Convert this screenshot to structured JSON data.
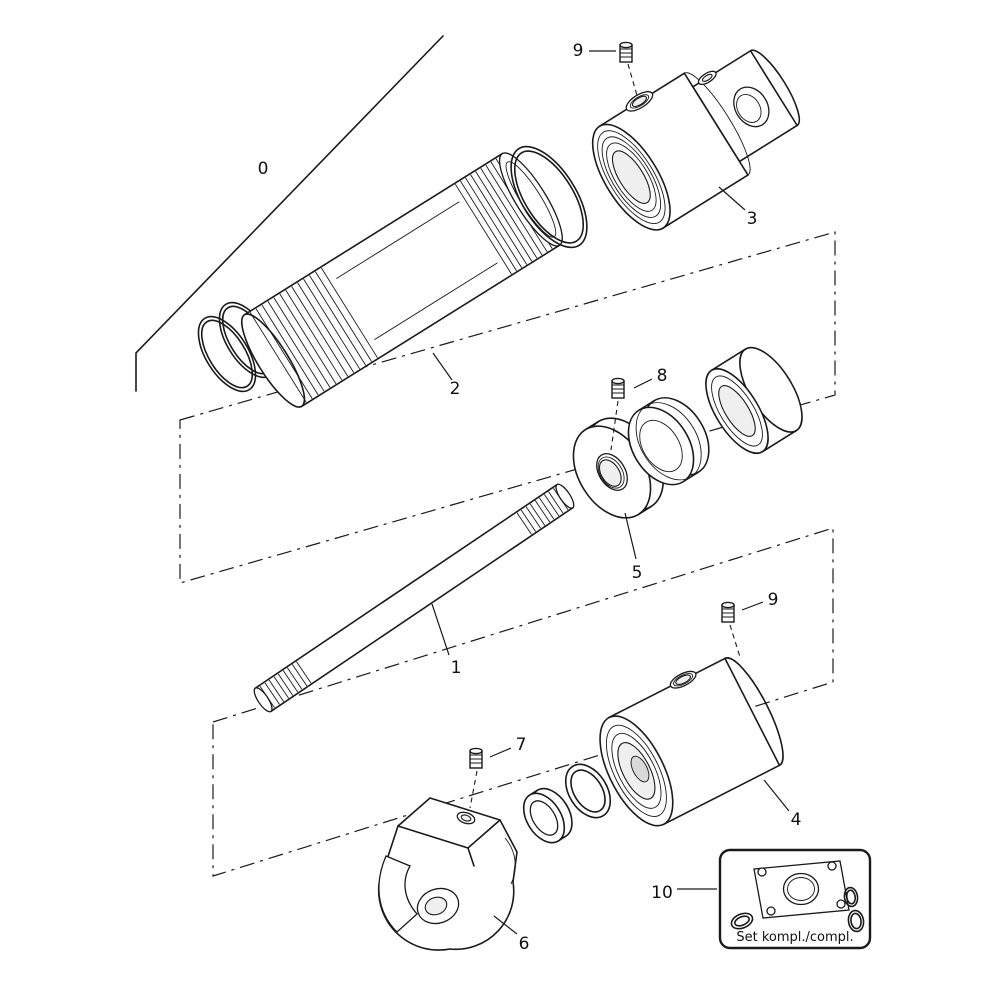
{
  "diagram": {
    "background": "#ffffff",
    "line_color": "#1a1a1a",
    "labels": [
      "0",
      "1",
      "2",
      "3",
      "4",
      "5",
      "6",
      "7",
      "8",
      "9",
      "9",
      "10"
    ],
    "kit_caption": "Set kompl./compl."
  }
}
